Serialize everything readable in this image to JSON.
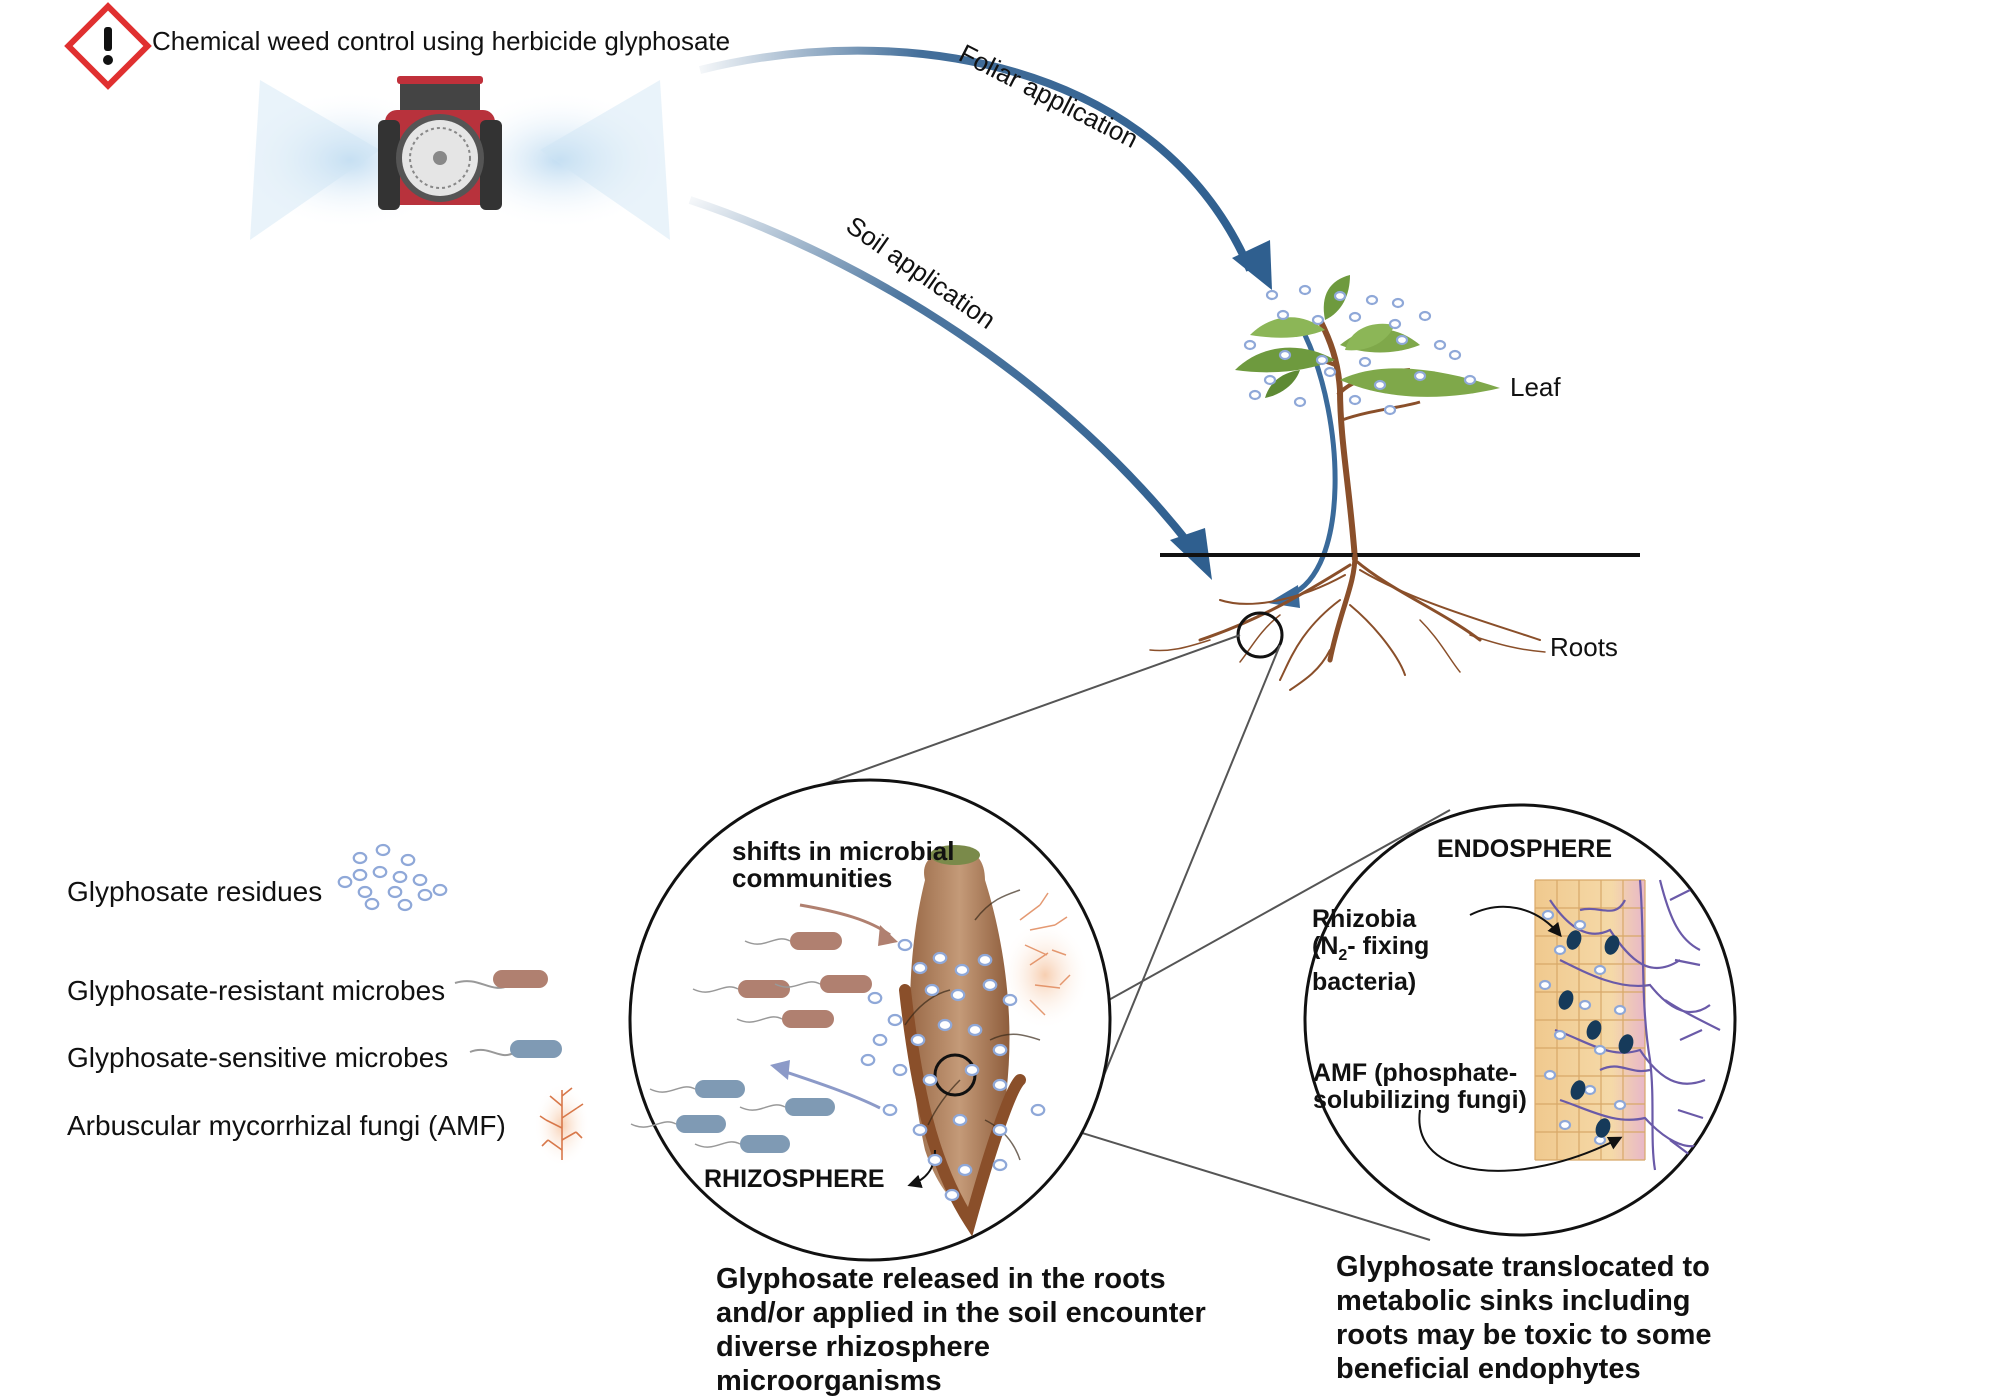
{
  "header": {
    "title": "Chemical weed control using herbicide glyphosate",
    "hazard_icon": "exclamation-diamond-icon"
  },
  "arrows": {
    "foliar": "Foliar application",
    "soil": "Soil application"
  },
  "plant": {
    "leaf": "Leaf",
    "roots": "Roots"
  },
  "legend": {
    "items": [
      {
        "label": "Glyphosate residues",
        "icon": "glyphosate-dots-icon"
      },
      {
        "label": "Glyphosate-resistant microbes",
        "icon": "brown-bacterium-icon"
      },
      {
        "label": "Glyphosate-sensitive microbes",
        "icon": "blue-bacterium-icon"
      },
      {
        "label": "Arbuscular mycorrhizal fungi (AMF)",
        "icon": "fungi-icon"
      }
    ]
  },
  "rhizosphere": {
    "shift_line1": "shifts in microbial",
    "shift_line2": "communities",
    "label": "RHIZOSPHERE",
    "caption": "Glyphosate released in the roots and/or applied in the soil encounter diverse rhizosphere microorganisms"
  },
  "endosphere": {
    "label": "ENDOSPHERE",
    "rhizobia_line1": "Rhizobia",
    "rhizobia_line2a": "(N",
    "rhizobia_sub": "2",
    "rhizobia_line2b": "- fixing",
    "rhizobia_line3": "bacteria)",
    "amf_line1": "AMF (phosphate-",
    "amf_line2": "solubilizing fungi)",
    "caption": "Glyphosate translocated to metabolic sinks including roots may be toxic to some beneficial endophytes"
  },
  "colors": {
    "arrow_blue": "#2f5f8f",
    "glyphosate": "#8fa8d8",
    "resistant_microbe": "#b08070",
    "sensitive_microbe": "#7f9ab4",
    "fungi": "#e0885a",
    "root_brown": "#8a4f2a",
    "hazard_red": "#e03030"
  }
}
